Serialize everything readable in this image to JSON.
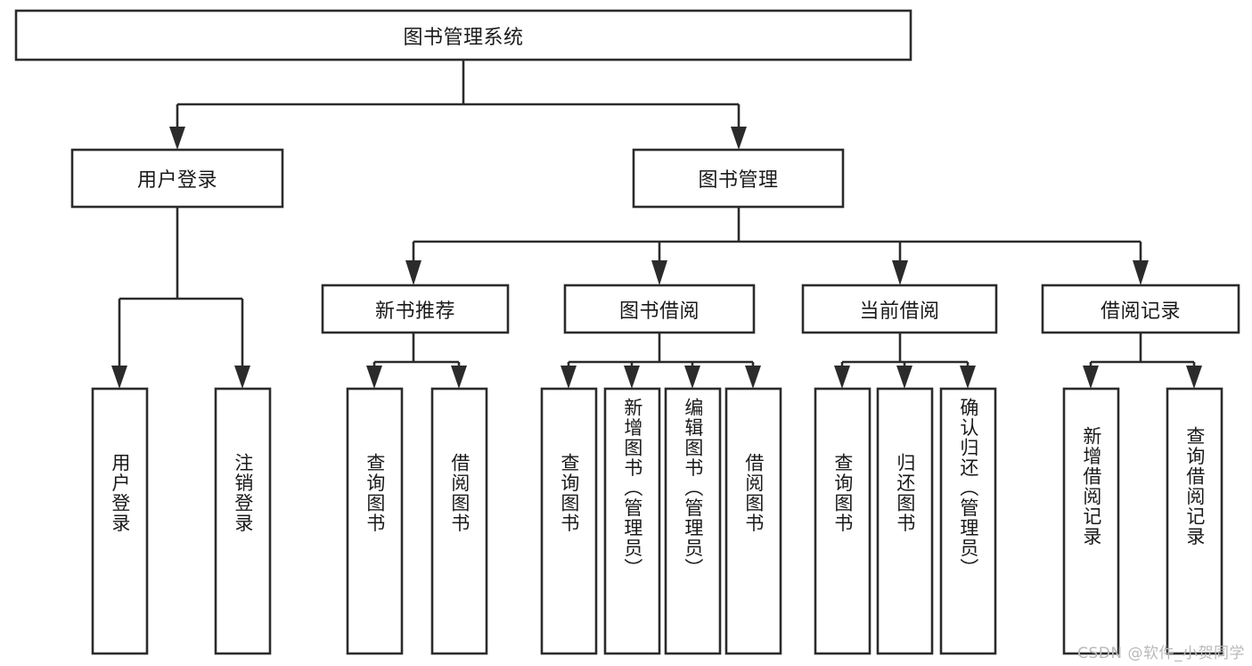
{
  "diagram": {
    "type": "tree-hierarchy-chart",
    "title": "图书管理系统",
    "watermark": "CSDN @软件_小贺同学",
    "colors": {
      "stroke": "#2b2b2b",
      "fill": "#ffffff",
      "text": "#1a1a1a",
      "watermark": "#b9b9b9",
      "background": "#ffffff"
    },
    "root": {
      "label": "图书管理系统"
    },
    "level2": [
      {
        "label": "用户登录"
      },
      {
        "label": "图书管理"
      }
    ],
    "level3": [
      {
        "label": "新书推荐"
      },
      {
        "label": "图书借阅"
      },
      {
        "label": "当前借阅"
      },
      {
        "label": "借阅记录"
      }
    ],
    "leaves": {
      "user_login": [
        {
          "label": "用户登录"
        },
        {
          "label": "注销登录"
        }
      ],
      "new_book_recommend": [
        {
          "label": "查询图书"
        },
        {
          "label": "借阅图书"
        }
      ],
      "book_borrow": [
        {
          "label": "查询图书"
        },
        {
          "label": "新增图书（管理员）"
        },
        {
          "label": "编辑图书（管理员）"
        },
        {
          "label": "借阅图书"
        }
      ],
      "current_borrow": [
        {
          "label": "查询图书"
        },
        {
          "label": "归还图书"
        },
        {
          "label": "确认归还（管理员）"
        }
      ],
      "borrow_record": [
        {
          "label": "新增借阅记录"
        },
        {
          "label": "查询借阅记录"
        }
      ]
    }
  }
}
